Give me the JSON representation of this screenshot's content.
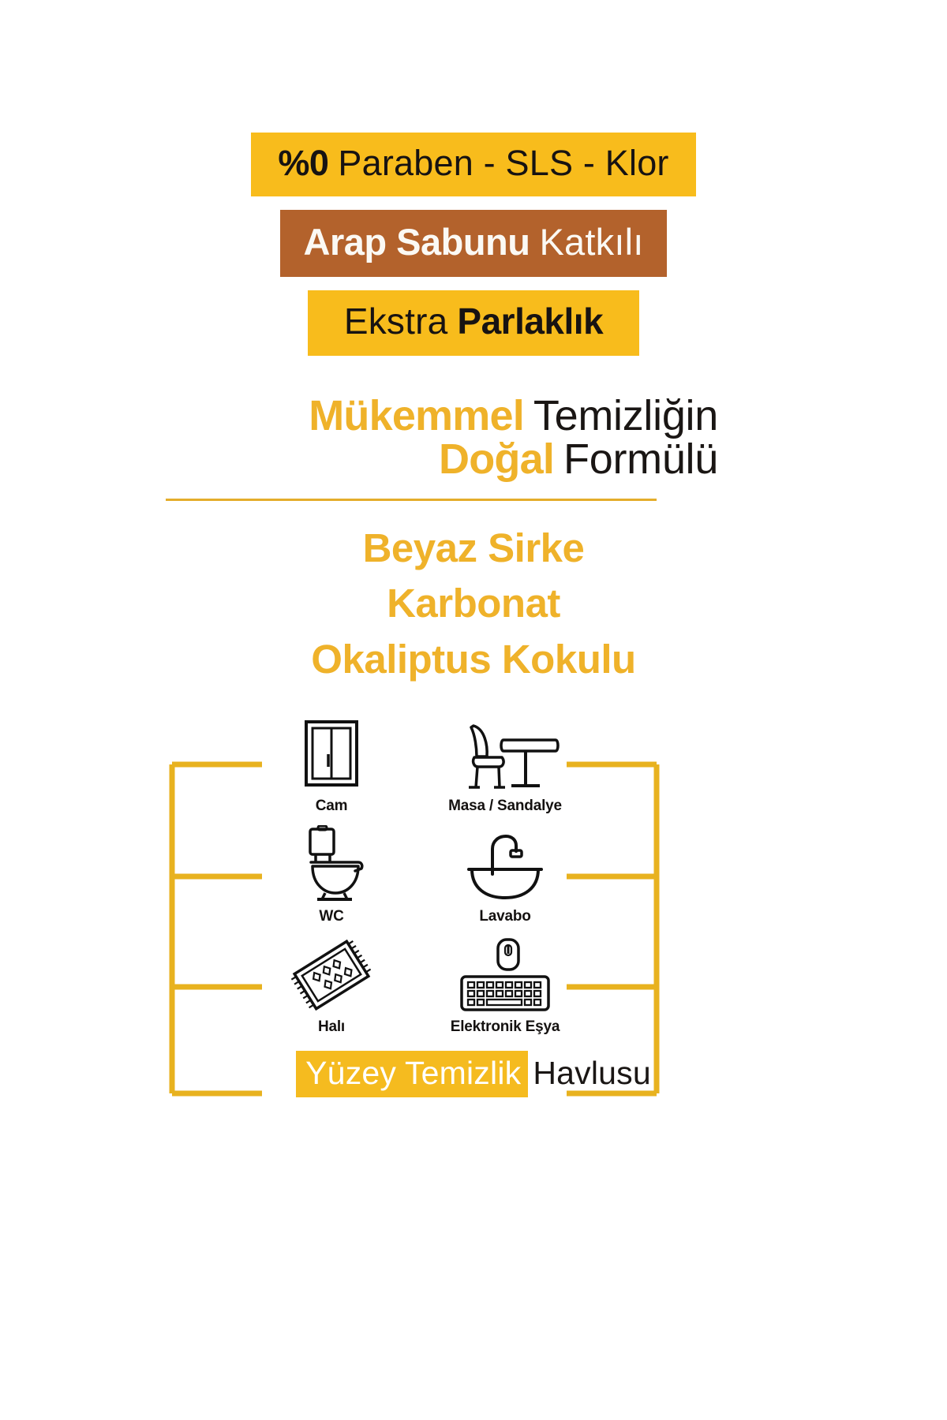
{
  "banners": [
    {
      "strong": "%0",
      "rest": "Paraben - SLS - Klor"
    },
    {
      "strong": "Arap Sabunu",
      "rest": "Katkılı"
    },
    {
      "strong": "Ekstra",
      "rest": "Parlaklık"
    }
  ],
  "headline": {
    "line1_gold": "Mükemmel",
    "line1_dark": "Temizliğin",
    "line2_gold": "Doğal",
    "line2_dark": "Formülü"
  },
  "ingredients": [
    "Beyaz Sirke",
    "Karbonat",
    "Okaliptus Kokulu"
  ],
  "icons": [
    {
      "label": "Cam",
      "icon": "window-icon"
    },
    {
      "label": "Masa / Sandalye",
      "icon": "desk-chair-icon"
    },
    {
      "label": "WC",
      "icon": "toilet-icon"
    },
    {
      "label": "Lavabo",
      "icon": "sink-icon"
    },
    {
      "label": "Halı",
      "icon": "rug-icon"
    },
    {
      "label": "Elektronik Eşya",
      "icon": "keyboard-mouse-icon"
    }
  ],
  "footer": {
    "highlight": "Yüzey Temizlik",
    "rest": "Havlusu"
  },
  "colors": {
    "gold": "#F8BC1C",
    "gold_text": "#EFB22A",
    "brown": "#B3622C",
    "dark": "#1A1614",
    "cream": "#FBF9F4",
    "frame": "#E8B21F"
  }
}
